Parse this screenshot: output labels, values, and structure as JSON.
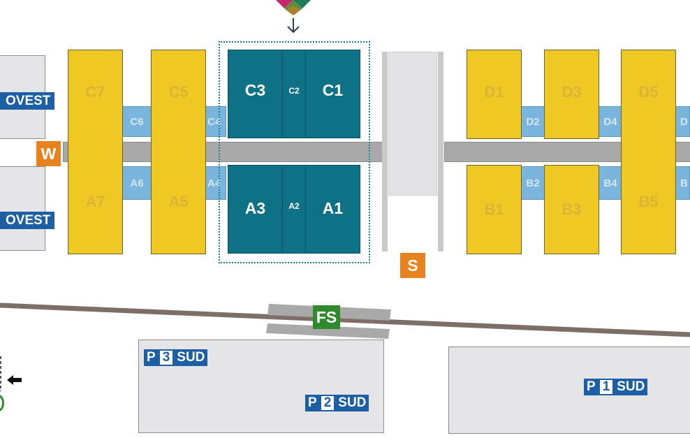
{
  "map": {
    "halls_north": [
      "C7",
      "C5",
      "C3",
      "C1",
      "D1",
      "D3",
      "D5"
    ],
    "halls_south": [
      "A7",
      "A5",
      "A3",
      "A1",
      "B1",
      "B3",
      "B5"
    ],
    "link_halls": {
      "c6": "C6",
      "c4": "C4",
      "c2": "C2",
      "a6": "A6",
      "a4": "A4",
      "a2": "A2",
      "d2": "D2",
      "d4": "D4",
      "d6": "D",
      "b2": "B2",
      "b4": "B4",
      "b6": "B"
    },
    "entrances": {
      "west": "W",
      "south": "S"
    },
    "station": "FS",
    "parking": {
      "p3": {
        "prefix": "P",
        "number": "3",
        "suffix": "SUD"
      },
      "p2": {
        "prefix": "P",
        "number": "2",
        "suffix": "SUD"
      },
      "p1": {
        "prefix": "P",
        "number": "1",
        "suffix": "SUD"
      }
    },
    "west_parking_upper": "OVEST",
    "west_parking_lower": "OVEST",
    "colors": {
      "hall_yellow": "#f0c824",
      "hall_teal": "#0f7185",
      "link_blue": "#79b5dc",
      "badge_orange": "#e7821f",
      "badge_green": "#2f8a2e",
      "parking_blue": "#1d5fa4"
    },
    "icons": [
      "logo-icon",
      "arrow-down-icon",
      "arrow-left-icon"
    ]
  }
}
